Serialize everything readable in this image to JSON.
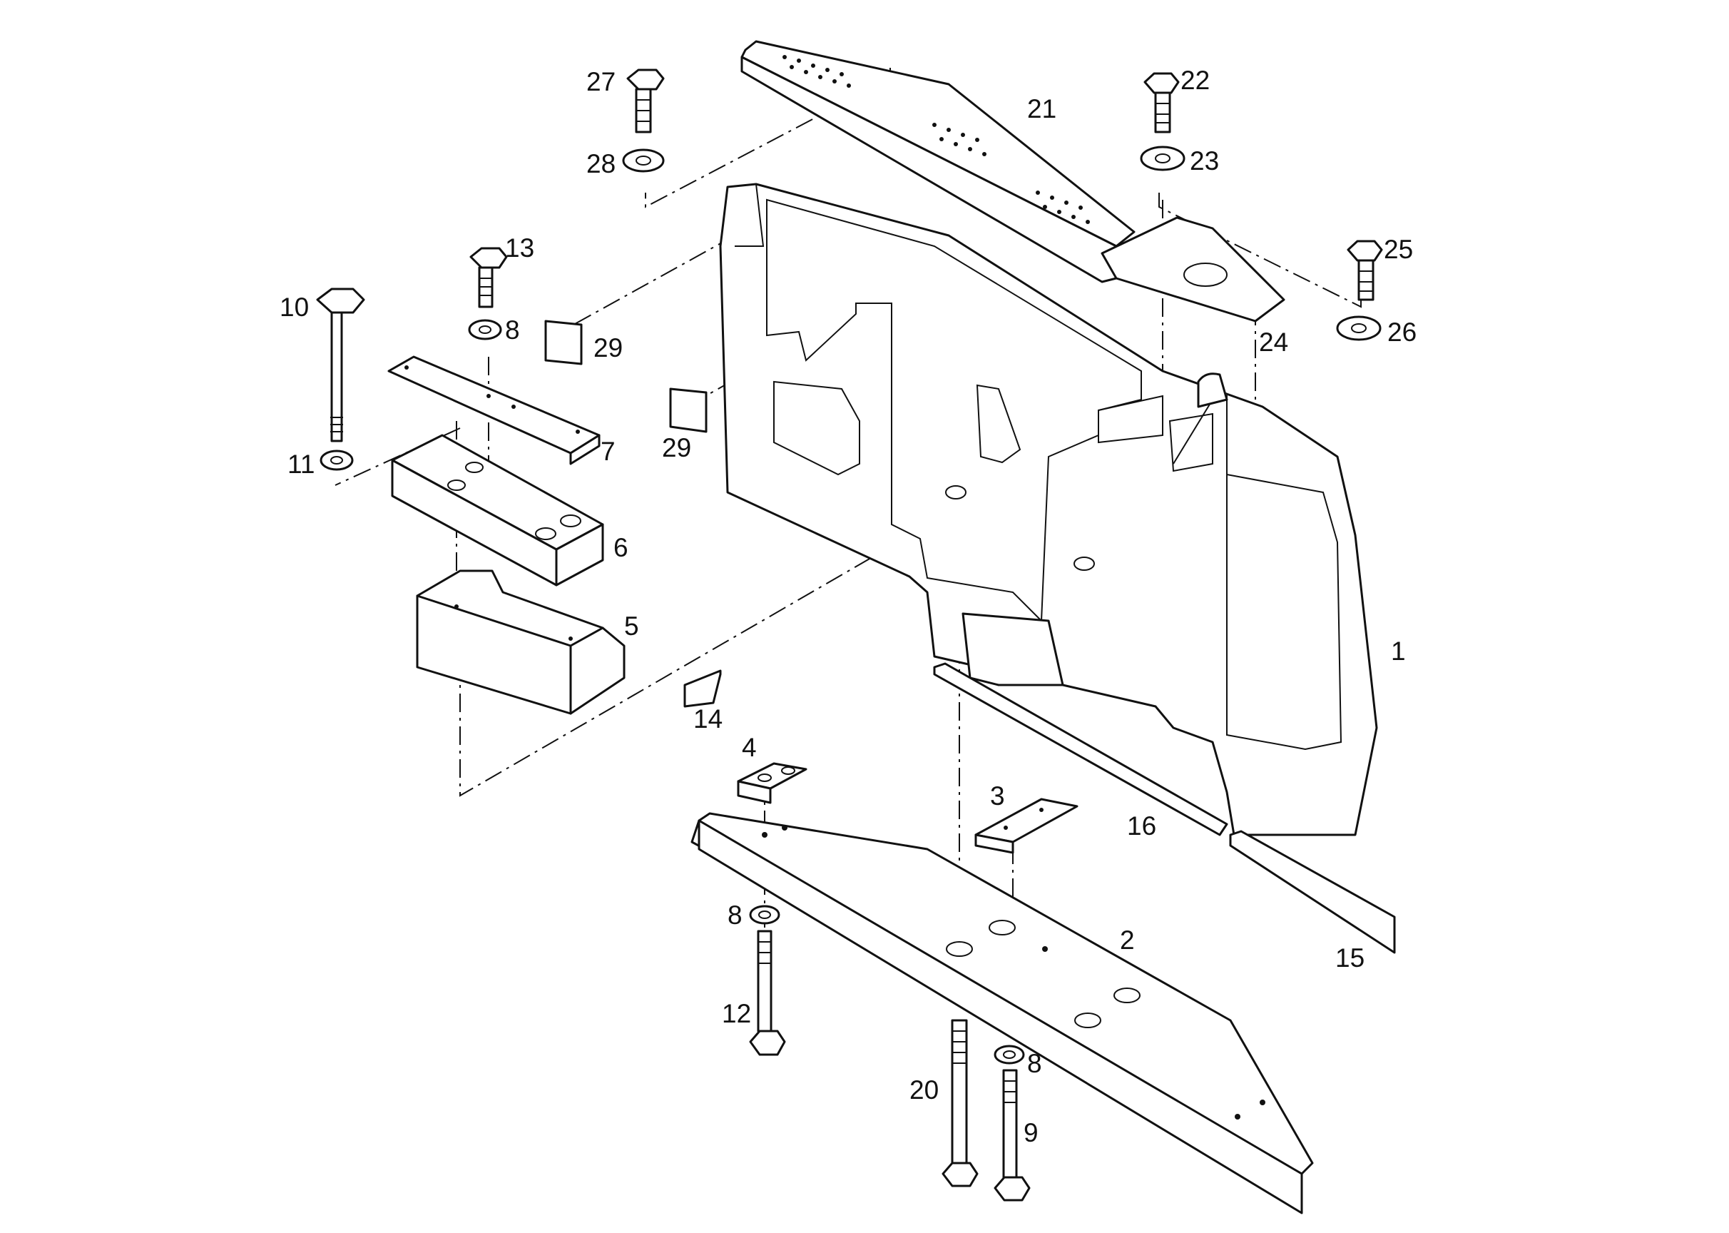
{
  "diagram": {
    "colors": {
      "ink": "#111111",
      "paper": "#ffffff"
    },
    "callouts": {
      "c1": "1",
      "c2": "2",
      "c3": "3",
      "c4": "4",
      "c5": "5",
      "c6": "6",
      "c7": "7",
      "c8a": "8",
      "c8b": "8",
      "c8c": "8",
      "c9": "9",
      "c10": "10",
      "c11": "11",
      "c12": "12",
      "c13": "13",
      "c14": "14",
      "c15": "15",
      "c16": "16",
      "c20": "20",
      "c21": "21",
      "c22": "22",
      "c23": "23",
      "c24": "24",
      "c25": "25",
      "c26": "26",
      "c27": "27",
      "c28": "28",
      "c29a": "29",
      "c29b": "29"
    }
  }
}
